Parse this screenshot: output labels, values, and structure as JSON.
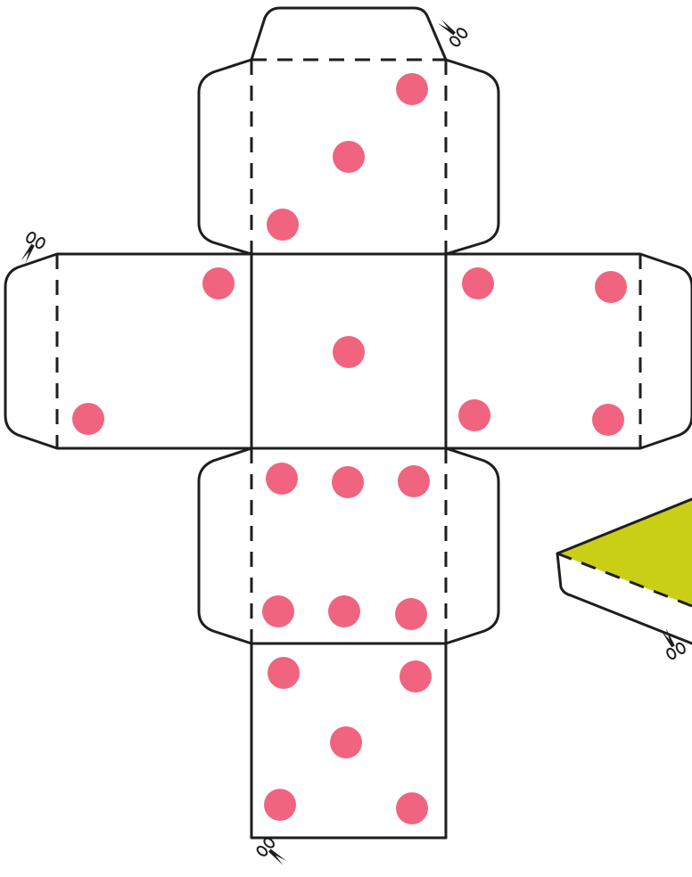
{
  "colors": {
    "pip": "#f06480",
    "outline": "#1e1e1e",
    "paper": "#ffffff",
    "folded_face": "#c9cf14"
  },
  "die": {
    "faces": [
      {
        "id": "top-flap-face",
        "pips": 3
      },
      {
        "id": "left-face",
        "pips": 2
      },
      {
        "id": "center-face",
        "pips": 1
      },
      {
        "id": "right-face",
        "pips": 4
      },
      {
        "id": "middle-lower-face",
        "pips": 6
      },
      {
        "id": "bottom-face",
        "pips": 5
      }
    ]
  },
  "icons": {
    "cut_marker": "scissors-icon"
  }
}
